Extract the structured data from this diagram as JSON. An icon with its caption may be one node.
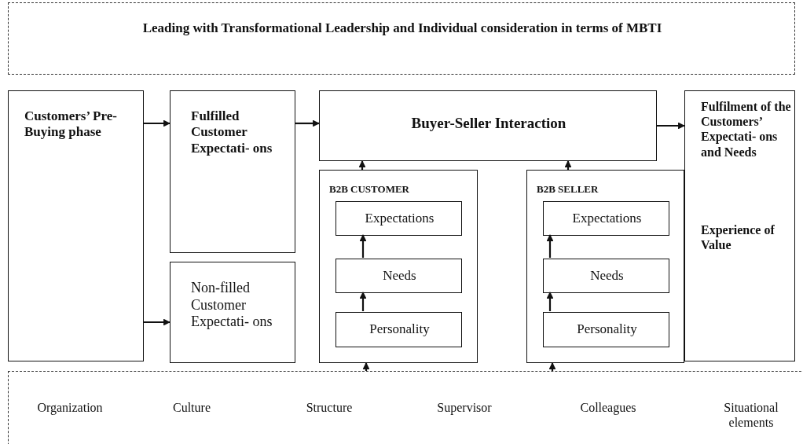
{
  "diagram": {
    "nodes": [
      {
        "text": [
          "Leading with Transformational Leadership and Individual consideration in terms of MBTI"
        ]
      },
      {
        "text": [
          "Customers’ Pre-Buying phase"
        ]
      },
      {
        "text": [
          "Fulfilled Customer Expectati- ons"
        ]
      },
      {
        "text": [
          "Non-filled Customer Expectati- ons"
        ]
      },
      {
        "text": [
          "Buyer-Seller Interaction"
        ]
      },
      {
        "text": [
          "B2B CUSTOMER"
        ]
      },
      {
        "text": [
          "Expectations"
        ],
        "in": 5
      },
      {
        "text": [
          "Needs"
        ],
        "in": 5
      },
      {
        "text": [
          "Personality"
        ],
        "in": 5
      },
      {
        "text": [
          "B2B SELLER"
        ]
      },
      {
        "text": [
          "Expectations"
        ],
        "in": 9
      },
      {
        "text": [
          "Needs"
        ],
        "in": 9
      },
      {
        "text": [
          "Personality"
        ],
        "in": 9
      },
      {
        "text": [
          "Fulfilment of the Customers’ Expectati- ons and Needs",
          "Experience of Value"
        ]
      },
      {
        "text": [
          "Organization",
          "Culture",
          "Structure",
          "Supervisor",
          "Colleagues",
          "Situational elements"
        ]
      }
    ],
    "edges": [
      {
        "from": 1,
        "to": 2,
        "arrow": "to"
      },
      {
        "from": 1,
        "to": 3,
        "arrow": "to"
      },
      {
        "from": 2,
        "to": 4,
        "arrow": "to"
      },
      {
        "from": 4,
        "to": 13,
        "arrow": "to"
      },
      {
        "from": 5,
        "to": 4,
        "arrow": "to"
      },
      {
        "from": 9,
        "to": 4,
        "arrow": "to"
      },
      {
        "from": 8,
        "to": 7,
        "arrow": "to"
      },
      {
        "from": 7,
        "to": 6,
        "arrow": "to"
      },
      {
        "from": 12,
        "to": 11,
        "arrow": "to"
      },
      {
        "from": 11,
        "to": 10,
        "arrow": "to"
      },
      {
        "from": 14,
        "to": 5,
        "arrow": "to"
      },
      {
        "from": 14,
        "to": 9,
        "arrow": "to"
      }
    ]
  }
}
